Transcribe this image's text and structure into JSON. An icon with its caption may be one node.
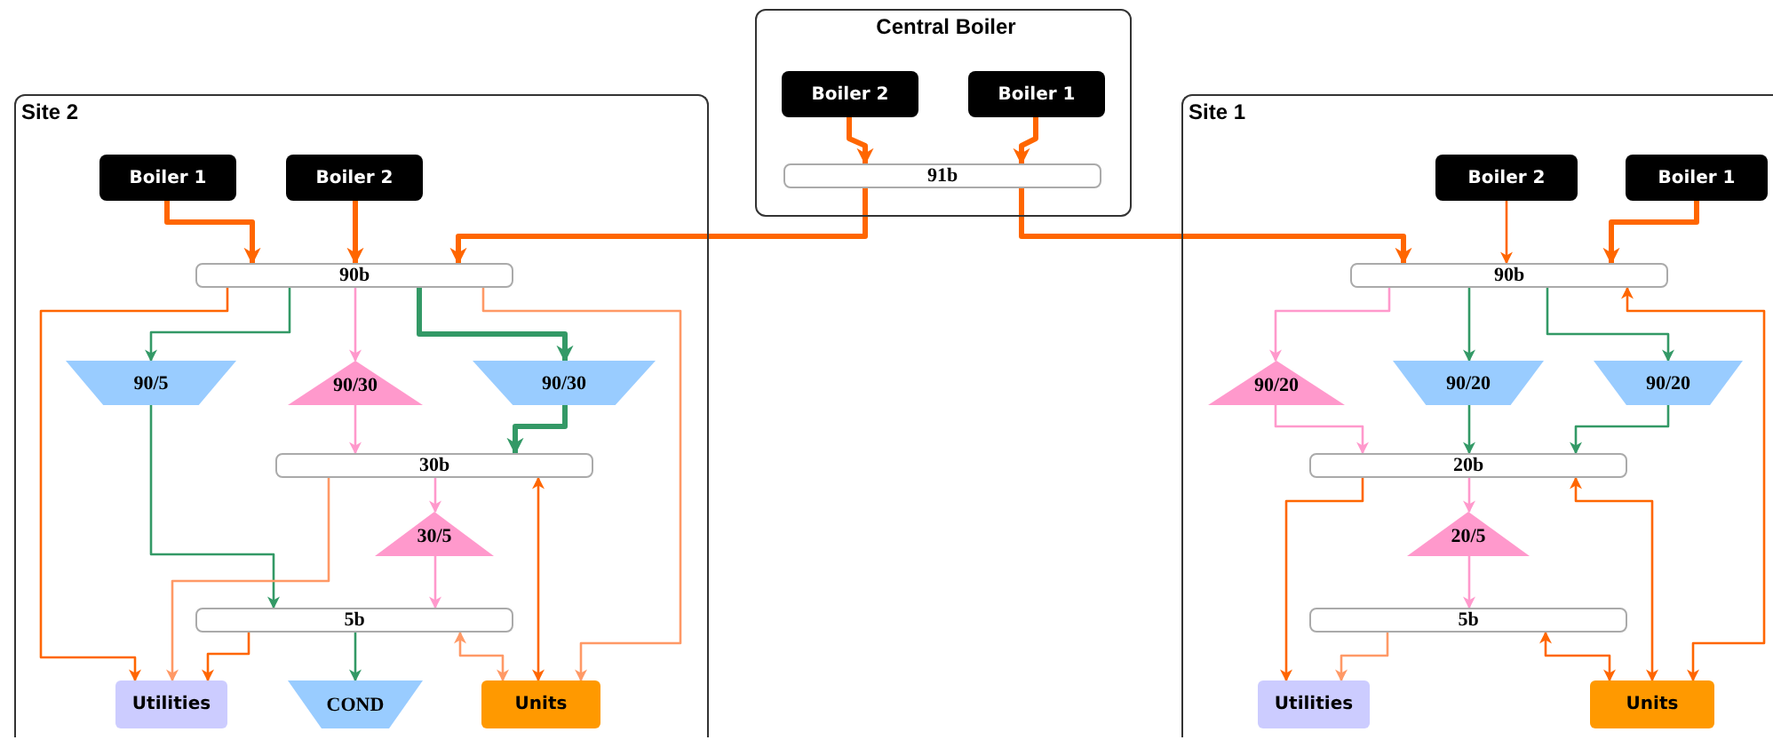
{
  "diagram": {
    "nodes": [
      {
        "text": [
          "Central Boiler"
        ]
      },
      {
        "text": [
          "Boiler 2"
        ],
        "in": 0
      },
      {
        "text": [
          "Boiler 1"
        ],
        "in": 0
      },
      {
        "text": [
          "91b"
        ],
        "in": 0
      },
      {
        "text": [
          "Site 2"
        ]
      },
      {
        "text": [
          "Boiler 1"
        ],
        "in": 4
      },
      {
        "text": [
          "Boiler 2"
        ],
        "in": 4
      },
      {
        "text": [
          "90b"
        ],
        "in": 4
      },
      {
        "text": [
          "90/5"
        ],
        "in": 4
      },
      {
        "text": [
          "90/30"
        ],
        "in": 4
      },
      {
        "text": [
          "90/30"
        ],
        "in": 4
      },
      {
        "text": [
          "30b"
        ],
        "in": 4
      },
      {
        "text": [
          "30/5"
        ],
        "in": 4
      },
      {
        "text": [
          "5b"
        ],
        "in": 4
      },
      {
        "text": [
          "Utilities"
        ],
        "in": 4
      },
      {
        "text": [
          "COND"
        ],
        "in": 4
      },
      {
        "text": [
          "Units"
        ],
        "in": 4
      },
      {
        "text": [
          "Site 1"
        ]
      },
      {
        "text": [
          "Boiler 2"
        ],
        "in": 17
      },
      {
        "text": [
          "Boiler 1"
        ],
        "in": 17
      },
      {
        "text": [
          "90b"
        ],
        "in": 17
      },
      {
        "text": [
          "90/20"
        ],
        "in": 17
      },
      {
        "text": [
          "90/20"
        ],
        "in": 17
      },
      {
        "text": [
          "90/20"
        ],
        "in": 17
      },
      {
        "text": [
          "20b"
        ],
        "in": 17
      },
      {
        "text": [
          "20/5"
        ],
        "in": 17
      },
      {
        "text": [
          "5b"
        ],
        "in": 17
      },
      {
        "text": [
          "Utilities"
        ],
        "in": 17
      },
      {
        "text": [
          "Units"
        ],
        "in": 17
      }
    ],
    "edges": [
      {
        "from": 1,
        "to": 3,
        "arrow": "to",
        "style": "thick"
      },
      {
        "from": 2,
        "to": 3,
        "arrow": "to",
        "style": "thick"
      },
      {
        "from": 3,
        "to": 7,
        "arrow": "to",
        "style": "thick"
      },
      {
        "from": 3,
        "to": 20,
        "arrow": "to",
        "style": "thick"
      },
      {
        "from": 5,
        "to": 7,
        "arrow": "to",
        "style": "thick"
      },
      {
        "from": 6,
        "to": 7,
        "arrow": "to",
        "style": "thick"
      },
      {
        "from": 7,
        "to": 8,
        "arrow": "to",
        "color": "#339966"
      },
      {
        "from": 7,
        "to": 9,
        "arrow": "to",
        "color": "#ff99cc"
      },
      {
        "from": 7,
        "to": 10,
        "arrow": "to",
        "style": "thick",
        "color": "#339966"
      },
      {
        "from": 7,
        "to": 14,
        "arrow": "to"
      },
      {
        "from": 7,
        "to": 16,
        "arrow": "to",
        "color": "#ff9966"
      },
      {
        "from": 8,
        "to": 13,
        "arrow": "to",
        "color": "#339966"
      },
      {
        "from": 9,
        "to": 11,
        "arrow": "to",
        "color": "#ff99cc"
      },
      {
        "from": 10,
        "to": 11,
        "arrow": "to",
        "style": "thick",
        "color": "#339966"
      },
      {
        "from": 11,
        "to": 12,
        "arrow": "to",
        "color": "#ff99cc"
      },
      {
        "from": 11,
        "to": 14,
        "arrow": "to",
        "color": "#ff9966"
      },
      {
        "from": 11,
        "to": 16,
        "arrow": "both"
      },
      {
        "from": 12,
        "to": 13,
        "arrow": "to",
        "color": "#ff99cc"
      },
      {
        "from": 13,
        "to": 14,
        "arrow": "to"
      },
      {
        "from": 13,
        "to": 15,
        "arrow": "to",
        "color": "#339966"
      },
      {
        "from": 13,
        "to": 16,
        "arrow": "both",
        "color": "#ff9966"
      },
      {
        "from": 18,
        "to": 20,
        "arrow": "to"
      },
      {
        "from": 19,
        "to": 20,
        "arrow": "to",
        "style": "thick"
      },
      {
        "from": 20,
        "to": 21,
        "arrow": "to",
        "color": "#ff99cc"
      },
      {
        "from": 20,
        "to": 22,
        "arrow": "to",
        "color": "#339966"
      },
      {
        "from": 20,
        "to": 23,
        "arrow": "to",
        "color": "#339966"
      },
      {
        "from": 20,
        "to": 28,
        "arrow": "both"
      },
      {
        "from": 21,
        "to": 24,
        "arrow": "to",
        "color": "#ff99cc"
      },
      {
        "from": 22,
        "to": 24,
        "arrow": "to",
        "color": "#339966"
      },
      {
        "from": 23,
        "to": 24,
        "arrow": "to",
        "color": "#339966"
      },
      {
        "from": 24,
        "to": 25,
        "arrow": "to",
        "color": "#ff99cc"
      },
      {
        "from": 24,
        "to": 27,
        "arrow": "to"
      },
      {
        "from": 24,
        "to": 28,
        "arrow": "both"
      },
      {
        "from": 25,
        "to": 26,
        "arrow": "to",
        "color": "#ff99cc"
      },
      {
        "from": 26,
        "to": 27,
        "arrow": "to",
        "color": "#ff9966"
      },
      {
        "from": 26,
        "to": 28,
        "arrow": "both"
      }
    ]
  }
}
